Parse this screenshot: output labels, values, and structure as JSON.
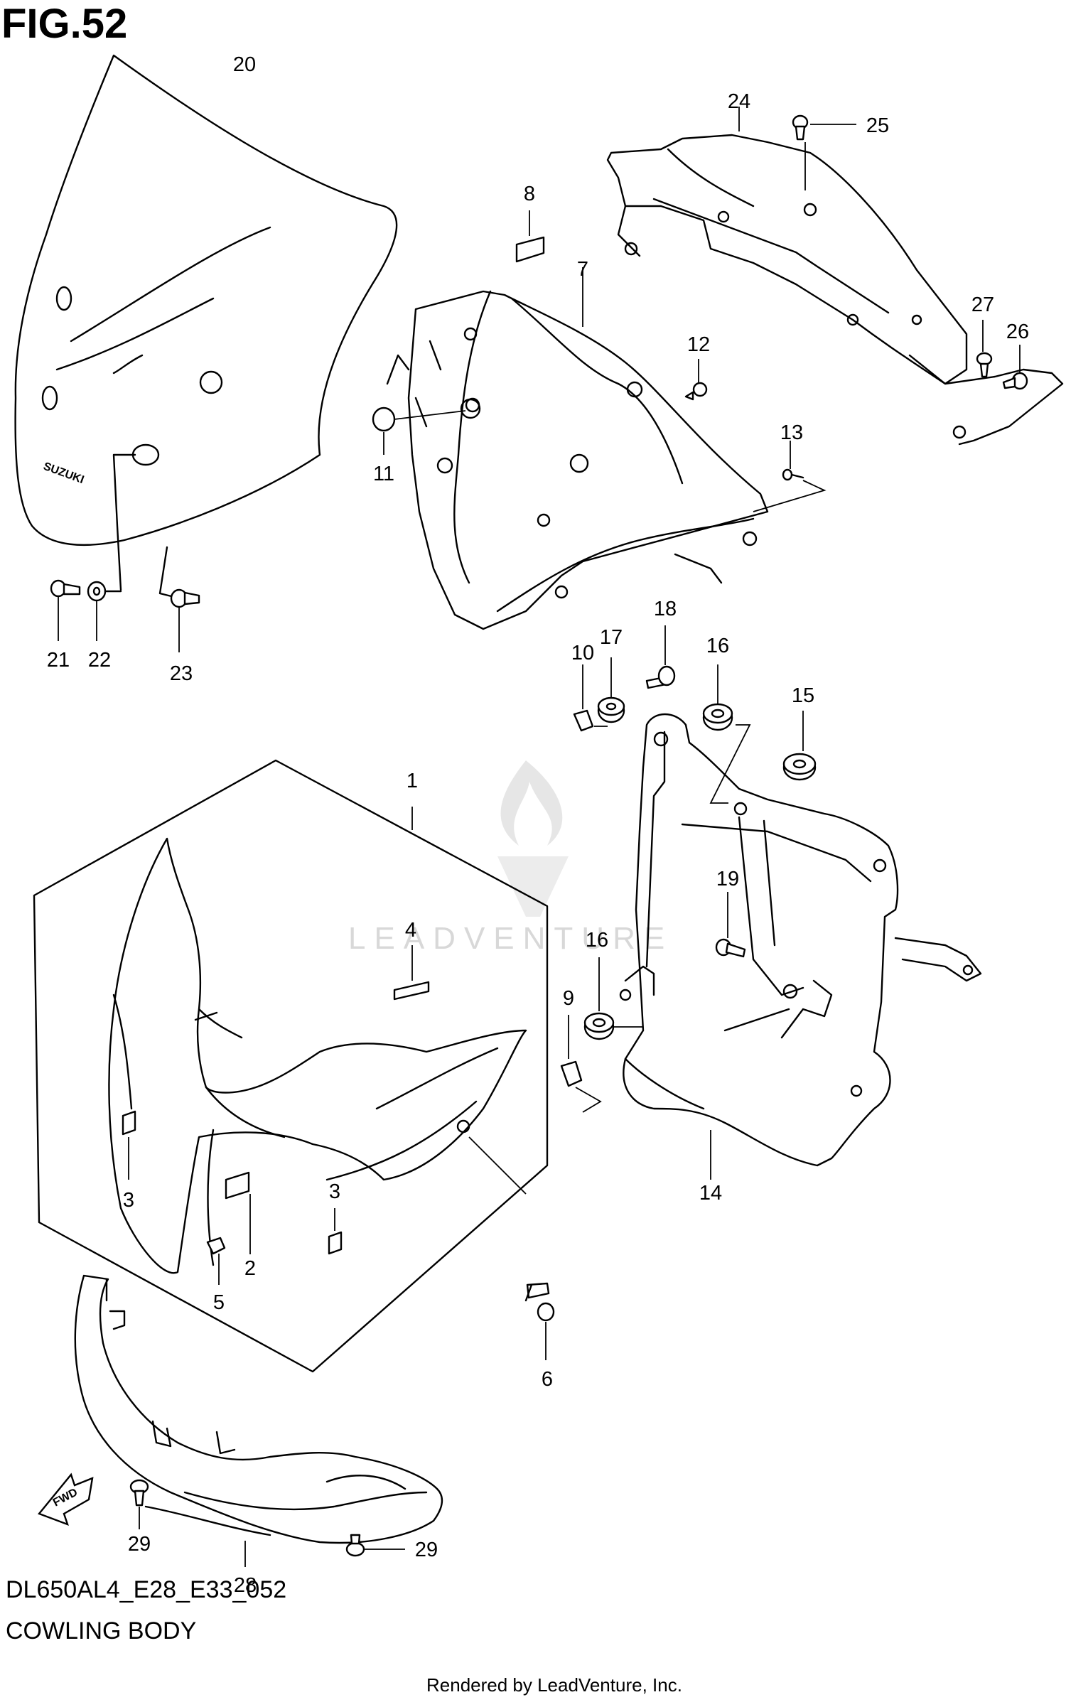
{
  "figure": {
    "title": "FIG.52",
    "model_code": "DL650AL4_E28_E33_052",
    "section_name": "COWLING BODY",
    "credit": "Rendered by LeadVenture, Inc.",
    "watermark": "LEADVENTURE",
    "brand_on_part": "SUZUKI",
    "direction_marker": "FWD"
  },
  "callouts": {
    "c1": "1",
    "c2": "2",
    "c3a": "3",
    "c3b": "3",
    "c4": "4",
    "c5": "5",
    "c6": "6",
    "c7": "7",
    "c8": "8",
    "c9": "9",
    "c10": "10",
    "c11": "11",
    "c12": "12",
    "c13": "13",
    "c14": "14",
    "c15": "15",
    "c16a": "16",
    "c16b": "16",
    "c17": "17",
    "c18": "18",
    "c19": "19",
    "c20": "20",
    "c21": "21",
    "c22": "22",
    "c23": "23",
    "c24": "24",
    "c25": "25",
    "c26": "26",
    "c27": "27",
    "c28": "28",
    "c29a": "29",
    "c29b": "29"
  }
}
